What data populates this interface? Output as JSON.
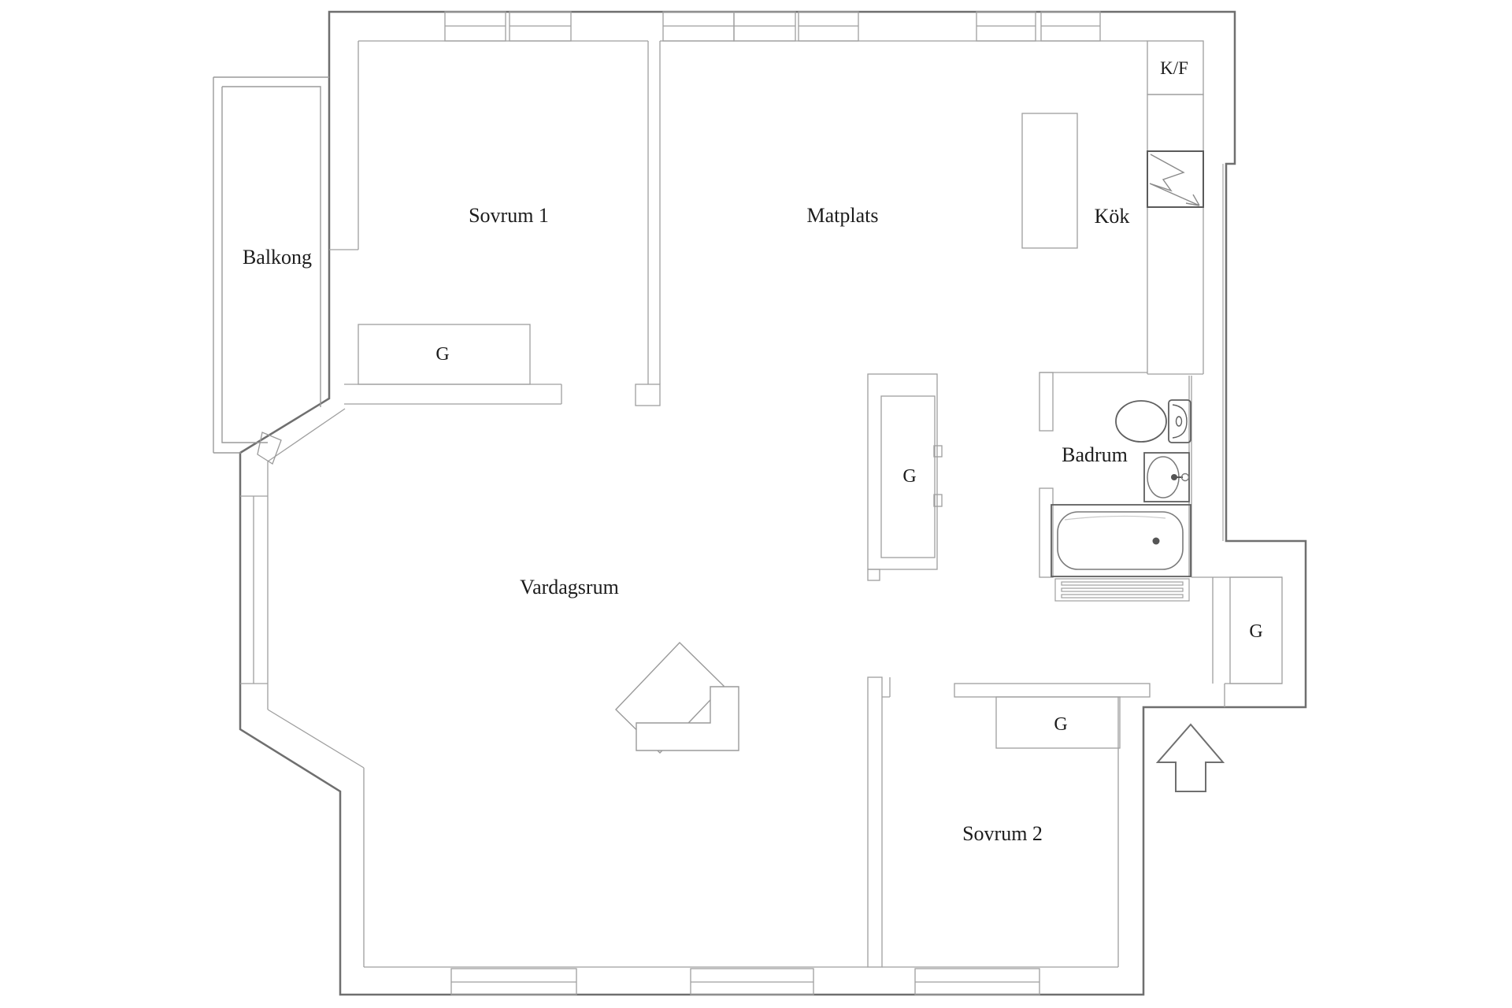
{
  "plan": {
    "type": "apartment-floor-plan",
    "language": "sv",
    "rooms": {
      "balkong": "Balkong",
      "sovrum1": "Sovrum 1",
      "matplats": "Matplats",
      "kok": "Kök",
      "kf": "K/F",
      "badrum": "Badrum",
      "vardagsrum": "Vardagsrum",
      "sovrum2": "Sovrum 2"
    },
    "labels": {
      "g": "G"
    },
    "icons": [
      "stove-lightning-icon",
      "toilet-icon",
      "sink-icon",
      "bathtub-icon",
      "radiator-icon",
      "fireplace-icon",
      "door-leaf-icon",
      "entrance-arrow-icon"
    ],
    "colors": {
      "background": "#ffffff",
      "outer_wall": "#6f6f6f",
      "inner_wall": "#9f9f9f",
      "fixture": "#8a8a8a",
      "accent_dark": "#555555",
      "text": "#1c1c1c"
    }
  }
}
